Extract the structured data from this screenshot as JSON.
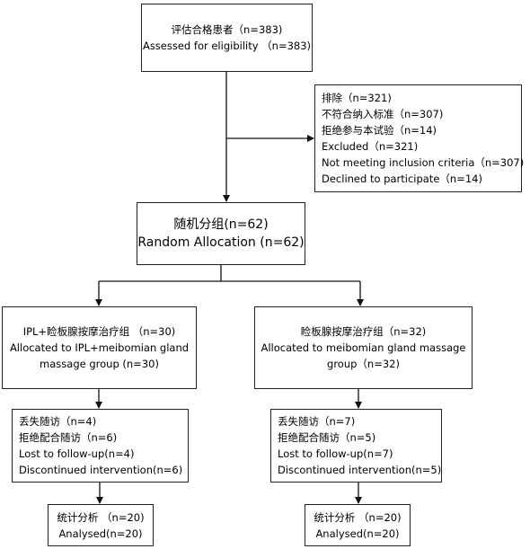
{
  "flowchart": {
    "assessed": {
      "line1": "评估合格患者（n=383)",
      "line2": "Assessed for eligibility （n=383)"
    },
    "excluded": {
      "lines": [
        "排除（n=321)",
        "不符合纳入标准（n=307)",
        "拒绝参与本试验（n=14)",
        "Excluded（n=321)",
        "Not meeting inclusion criteria（n=307)",
        "Declined to participate（n=14)"
      ]
    },
    "random": {
      "line1": "随机分组(n=62)",
      "line2": "Random Allocation (n=62)"
    },
    "group_a": {
      "line1": "IPL+睑板腺按摩治疗组 （n=30)",
      "line2": "Allocated to IPL+meibomian gland massage group (n=30)"
    },
    "group_b": {
      "line1": "睑板腺按摩治疗组（n=32)",
      "line2": "Allocated to meibomian gland massage group（n=32)"
    },
    "lost_a": {
      "lines": [
        "丢失随访（n=4)",
        "拒绝配合随访（n=6)",
        "Lost to follow-up(n=4)",
        "Discontinued intervention(n=6)"
      ]
    },
    "lost_b": {
      "lines": [
        "丢失随访（n=7)",
        "拒绝配合随访（n=5)",
        "Lost to follow-up(n=7)",
        "Discontinued intervention(n=5)"
      ]
    },
    "analysed_a": {
      "line1": "统计分析 （n=20)",
      "line2": "Analysed(n=20)"
    },
    "analysed_b": {
      "line1": "统计分析 （n=20)",
      "line2": "Analysed(n=20)"
    }
  }
}
